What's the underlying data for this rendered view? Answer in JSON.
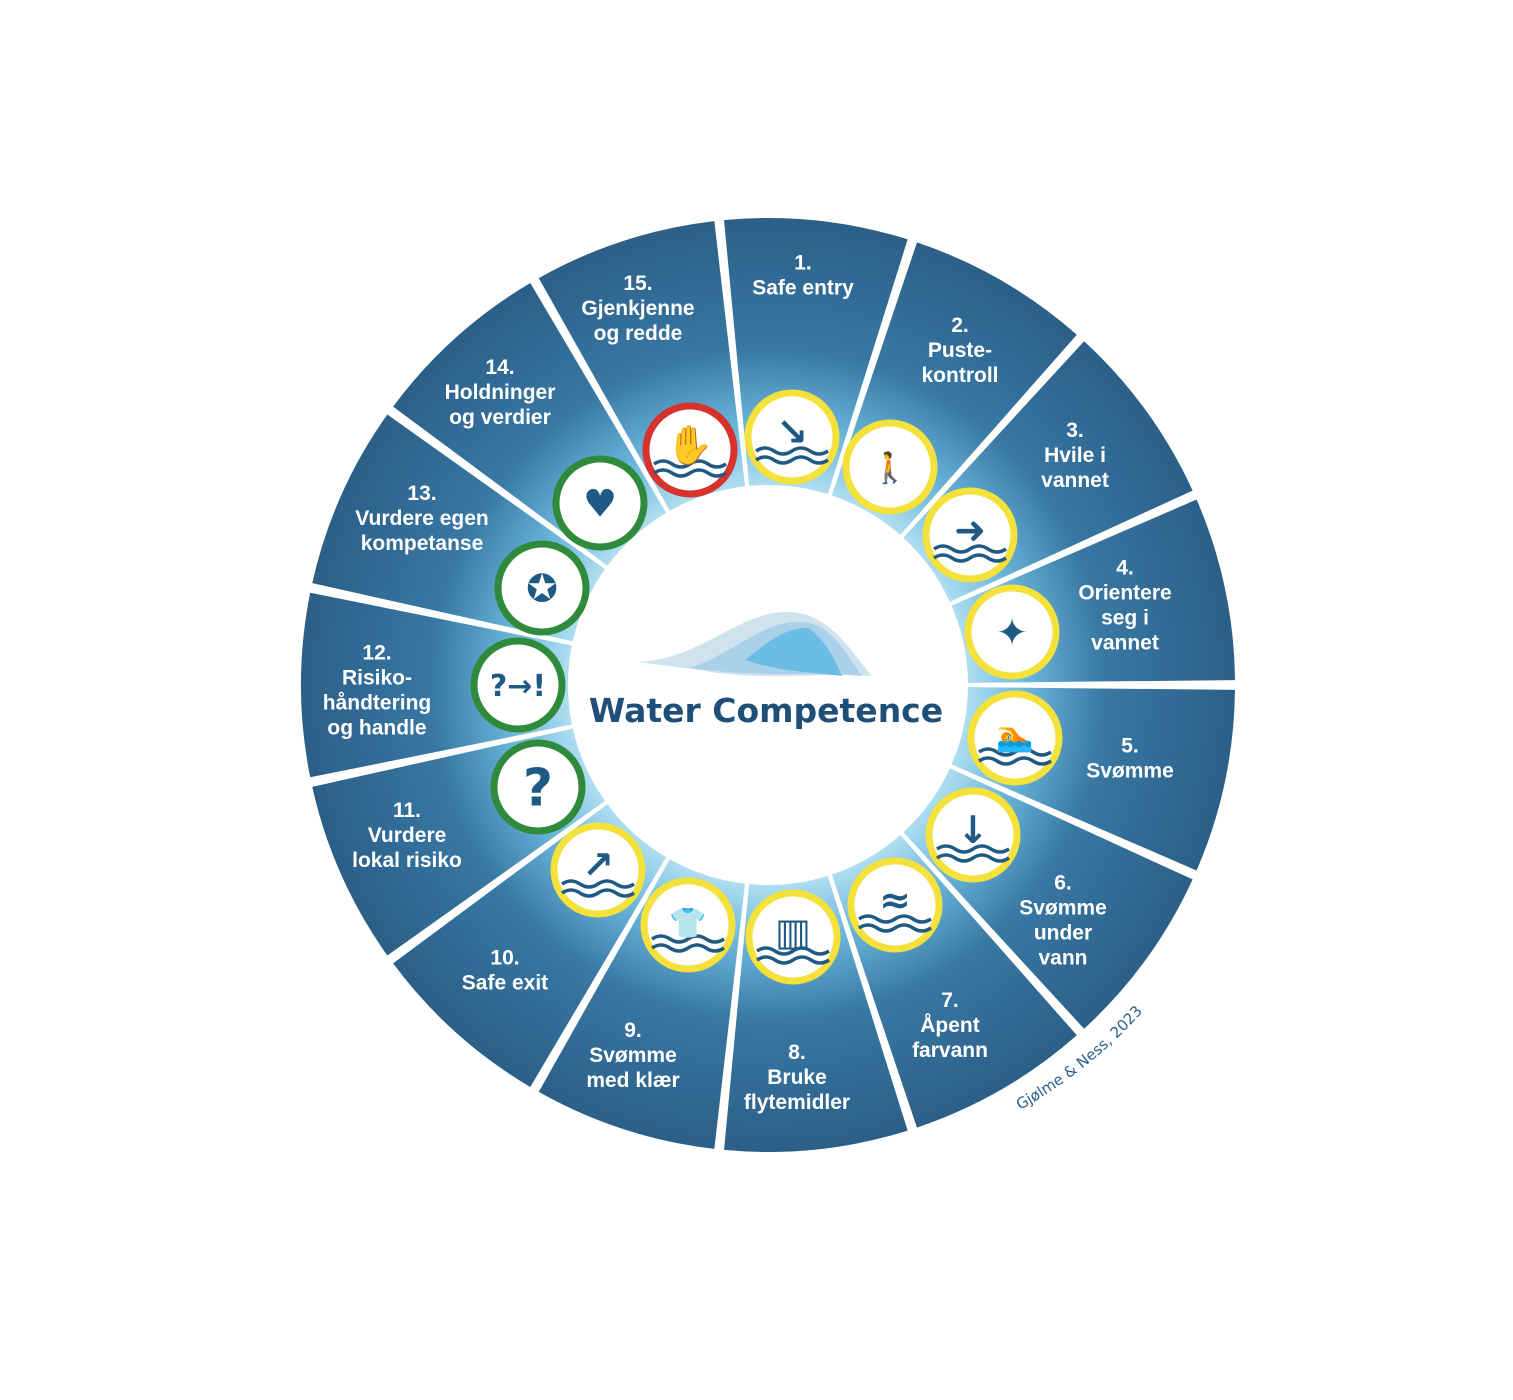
{
  "title": "Water Competence",
  "credit": "Gjølme & Ness, 2023",
  "colors": {
    "segment_dark": "#2b5f88",
    "segment_light": "#a7dcf2",
    "yellow": "#f4e13c",
    "green": "#2f8a3c",
    "red": "#d8322c",
    "icon": "#1f5a85"
  },
  "competencies": [
    {
      "number": "1.",
      "lines": [
        "Safe entry"
      ],
      "icon": "entry-arrow-icon",
      "ring": "yellow"
    },
    {
      "number": "2.",
      "lines": [
        "Puste-",
        "kontroll"
      ],
      "icon": "person-breathing-icon",
      "ring": "yellow"
    },
    {
      "number": "3.",
      "lines": [
        "Hvile i",
        "vannet"
      ],
      "icon": "floating-person-icon",
      "ring": "yellow"
    },
    {
      "number": "4.",
      "lines": [
        "Orientere",
        "seg i",
        "vannet"
      ],
      "icon": "compass-icon",
      "ring": "yellow"
    },
    {
      "number": "5.",
      "lines": [
        "Svømme"
      ],
      "icon": "swimmer-icon",
      "ring": "yellow"
    },
    {
      "number": "6.",
      "lines": [
        "Svømme",
        "under",
        "vann"
      ],
      "icon": "dive-arrow-icon",
      "ring": "yellow"
    },
    {
      "number": "7.",
      "lines": [
        "Åpent",
        "farvann"
      ],
      "icon": "open-water-icon",
      "ring": "yellow"
    },
    {
      "number": "8.",
      "lines": [
        "Bruke",
        "flytemidler"
      ],
      "icon": "life-vest-icon",
      "ring": "yellow"
    },
    {
      "number": "9.",
      "lines": [
        "Svømme",
        "med klær"
      ],
      "icon": "clothes-icon",
      "ring": "yellow"
    },
    {
      "number": "10.",
      "lines": [
        "Safe exit"
      ],
      "icon": "exit-arrow-icon",
      "ring": "yellow"
    },
    {
      "number": "11.",
      "lines": [
        "Vurdere",
        "lokal risiko"
      ],
      "icon": "question-icon",
      "ring": "green"
    },
    {
      "number": "12.",
      "lines": [
        "Risiko-",
        "håndtering",
        "og handle"
      ],
      "icon": "question-to-exclamation-icon",
      "ring": "green"
    },
    {
      "number": "13.",
      "lines": [
        "Vurdere egen",
        "kompetanse"
      ],
      "icon": "rosette-icon",
      "ring": "green"
    },
    {
      "number": "14.",
      "lines": [
        "Holdninger",
        "og verdier"
      ],
      "icon": "heart-icon",
      "ring": "green"
    },
    {
      "number": "15.",
      "lines": [
        "Gjenkjenne",
        "og redde"
      ],
      "icon": "waving-hand-icon",
      "ring": "red"
    }
  ]
}
